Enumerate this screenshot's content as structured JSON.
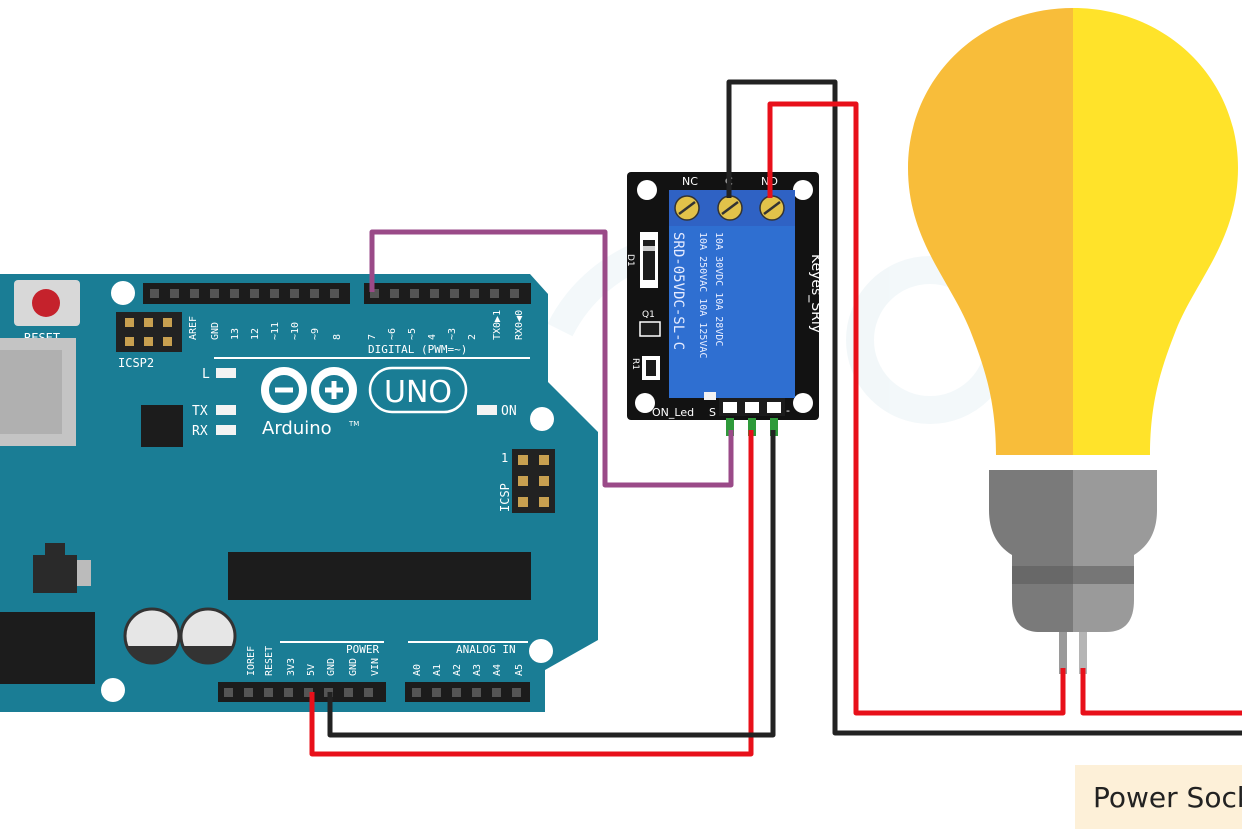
{
  "arduino": {
    "reset": "RESET",
    "icsp2": "ICSP2",
    "header_labels": [
      "AREF",
      "GND",
      "13",
      "12",
      "~11",
      "~10",
      "~9",
      "8",
      "7",
      "~6",
      "~5",
      "4",
      "~3",
      "2",
      "TX0▶1",
      "RX0◀0"
    ],
    "digital": "DIGITAL (PWM=~)",
    "led_l": "L",
    "led_tx": "TX",
    "led_rx": "RX",
    "logo_text": "Arduino",
    "tm": "TM",
    "uno": "UNO",
    "on": "ON",
    "icsp": "ICSP",
    "icsp_pin": "1",
    "power": "POWER",
    "analog_in": "ANALOG IN",
    "power_pins": [
      "IOREF",
      "RESET",
      "3V3",
      "5V",
      "GND",
      "GND",
      "VIN"
    ],
    "analog_pins": [
      "A0",
      "A1",
      "A2",
      "A3",
      "A4",
      "A5"
    ]
  },
  "relay": {
    "nc": "NC",
    "c": "C",
    "no": "NO",
    "line1": "SRD-05VDC-SL-C",
    "line2": "10A 250VAC  10A 125VAC",
    "line3": "10A 30VDC  10A 28VDC",
    "brand": "Keyes_SRly",
    "d1": "D1",
    "q1": "Q1",
    "r1": "R1",
    "on_led": "ON_Led",
    "s": "S",
    "minus": "-"
  },
  "power_socket": "Power Socket",
  "colors": {
    "board": "#1a7d95",
    "relay_pcb": "#121212",
    "relay_body": "#2f6fd1",
    "terminal": "#2f62c4",
    "wire_red": "#e8101a",
    "wire_black": "#222222",
    "wire_purple": "#9a4a88",
    "bulb_left": "#f8bd3a",
    "bulb_right": "#ffe32a",
    "base_left": "#7a7a7a",
    "base_right": "#9a9a9a",
    "socket_box": "#fdf0d8"
  }
}
